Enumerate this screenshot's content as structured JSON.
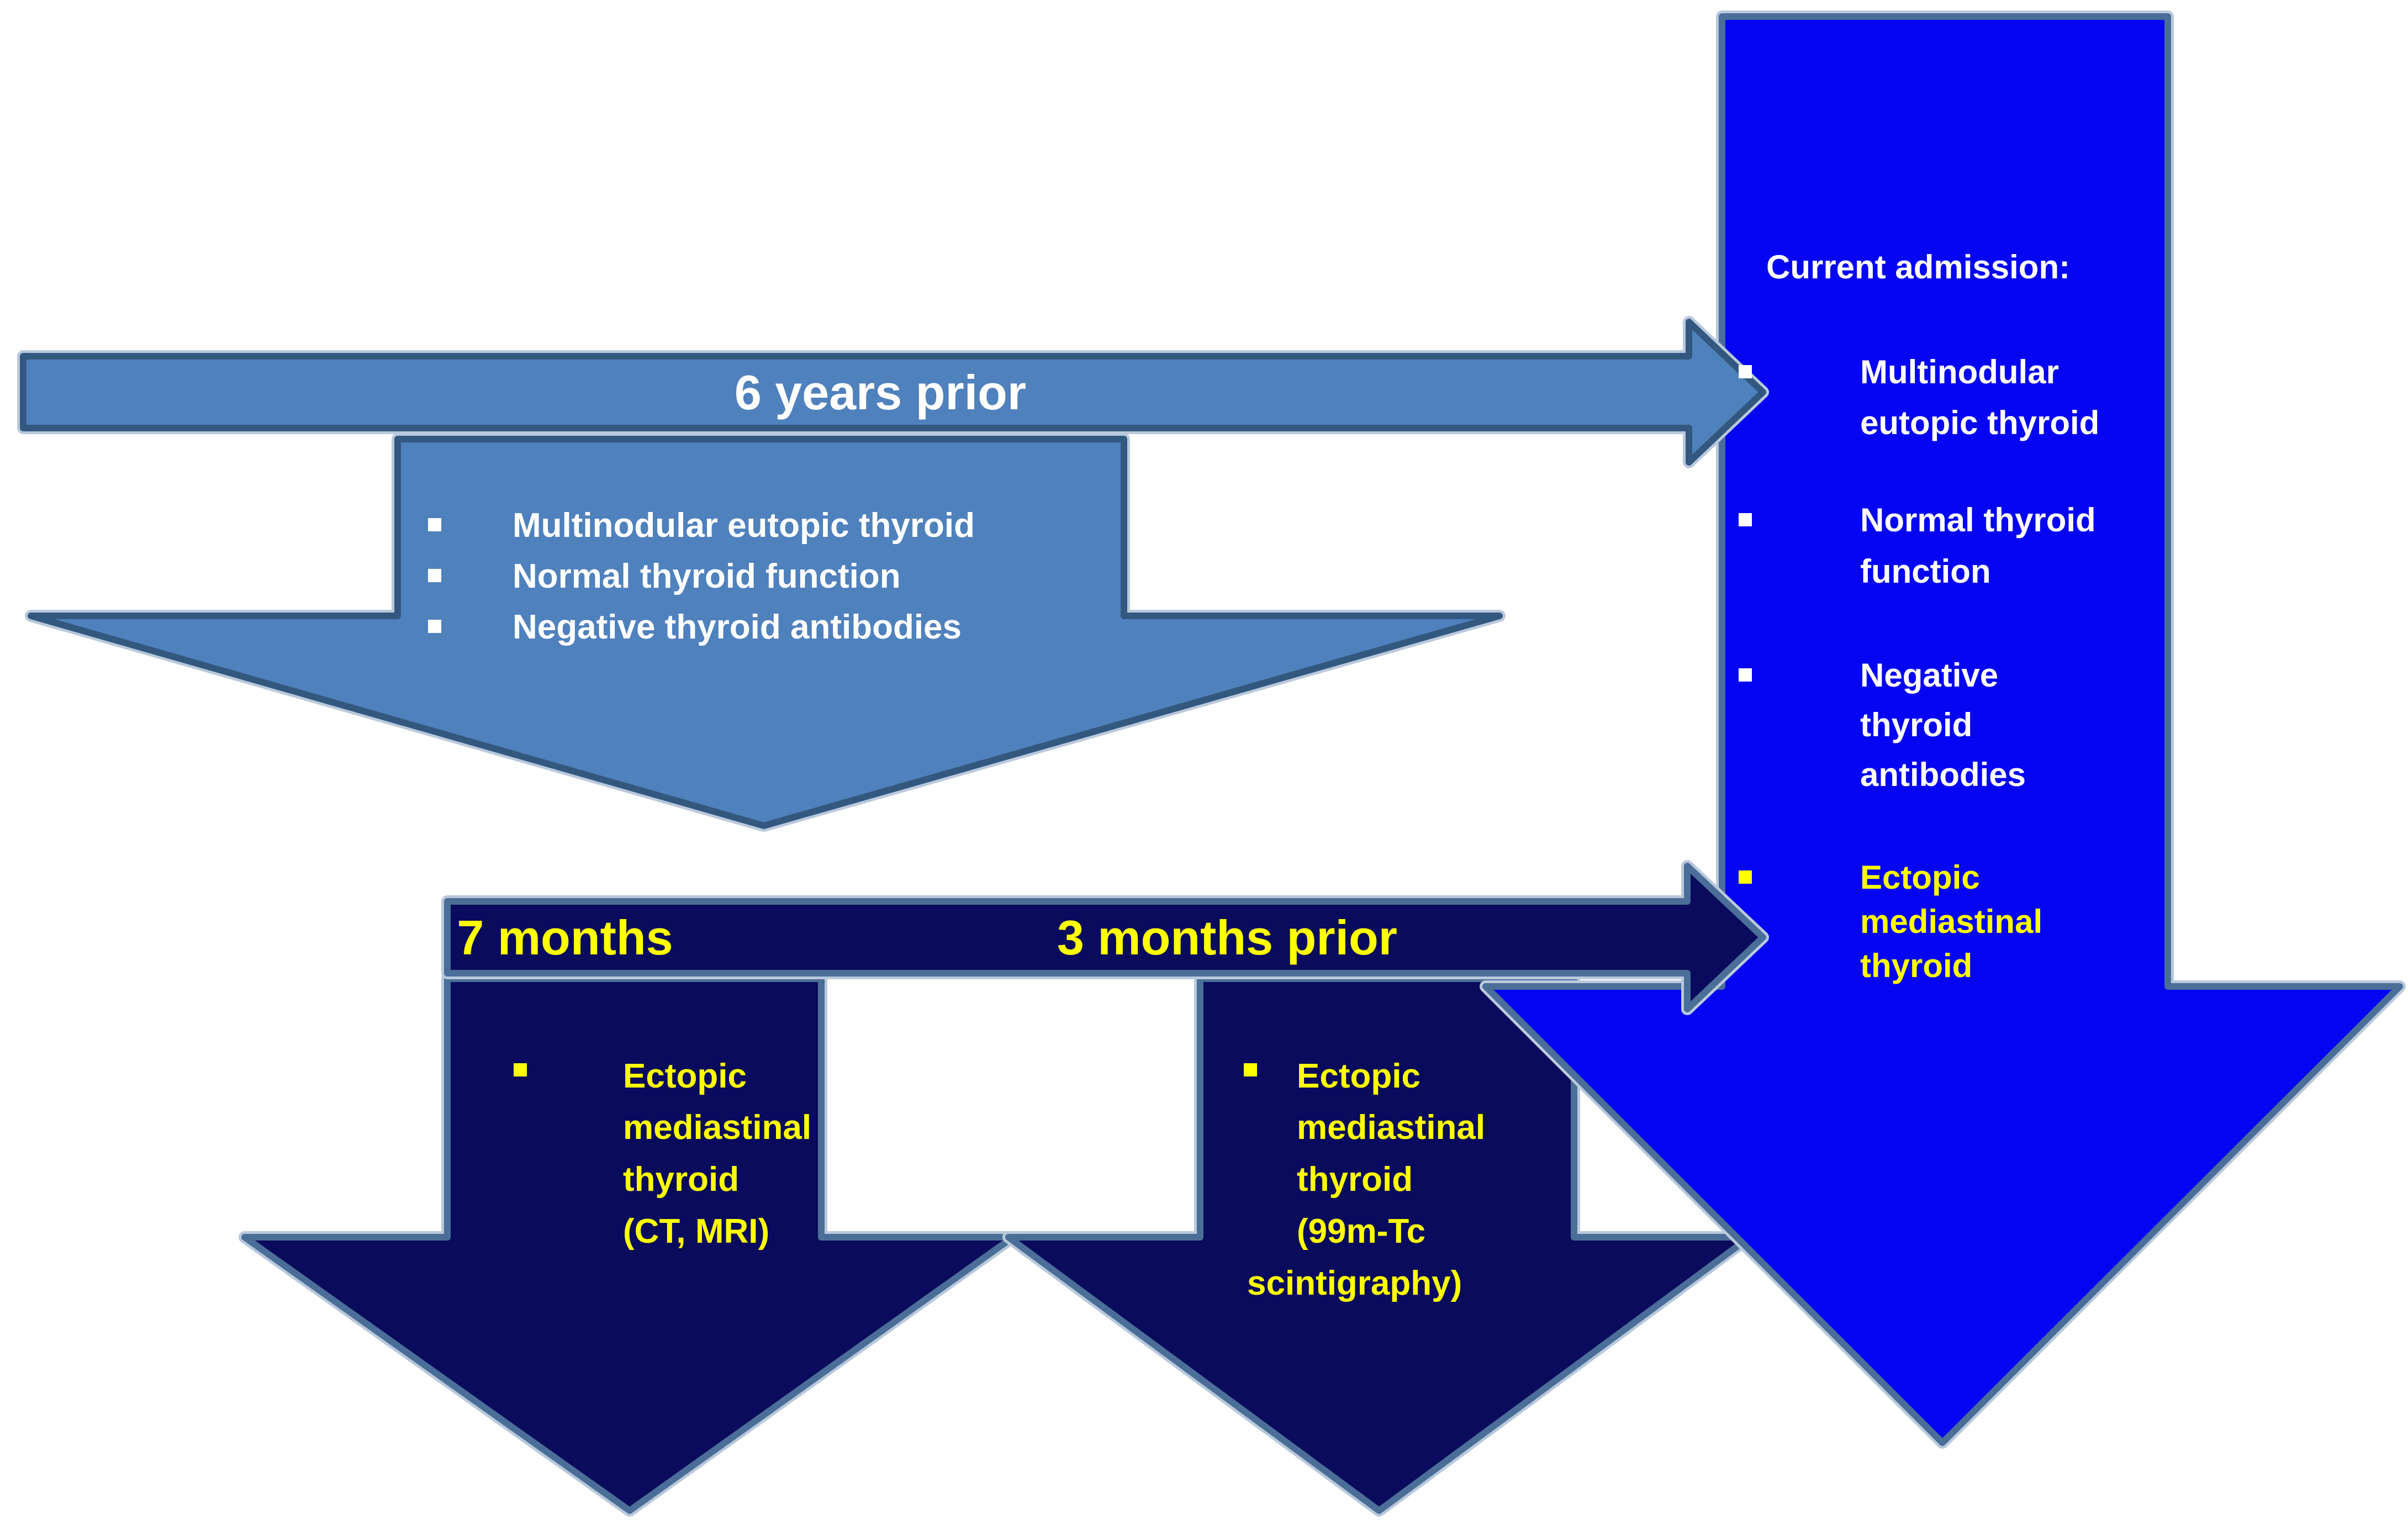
{
  "colors": {
    "light_blue_fill": "#4F81BD",
    "navy_fill": "#0A0B5C",
    "bright_blue_fill": "#0505F2",
    "light_shape_border": "#33587F",
    "dark_shape_border": "#4A6E98",
    "halo_border": "#B9C9DC",
    "white_text": "#FFFFFF",
    "yellow_text": "#FFFF00"
  },
  "timeline": {
    "six_years": "6 years prior",
    "seven_months": "7 months",
    "three_months": "3 months prior"
  },
  "prior_findings_box": {
    "bullets": [
      "Multinodular eutopic thyroid",
      "Normal thyroid function",
      "Negative thyroid antibodies"
    ]
  },
  "ct_mri_box": {
    "lines": [
      "Ectopic",
      "mediastinal",
      "thyroid",
      "(CT, MRI)"
    ]
  },
  "scintigraphy_box": {
    "lines": [
      "Ectopic",
      "mediastinal",
      "thyroid",
      "(99m-Tc",
      "scintigraphy)"
    ]
  },
  "current_admission": {
    "title": "Current admission:",
    "items": [
      {
        "lines": [
          "Multinodular",
          "eutopic thyroid"
        ]
      },
      {
        "lines": [
          "Normal thyroid",
          "function"
        ]
      },
      {
        "lines": [
          "Negative",
          "thyroid",
          "antibodies"
        ]
      },
      {
        "lines": [
          "Ectopic",
          "mediastinal",
          "thyroid"
        ]
      }
    ]
  }
}
